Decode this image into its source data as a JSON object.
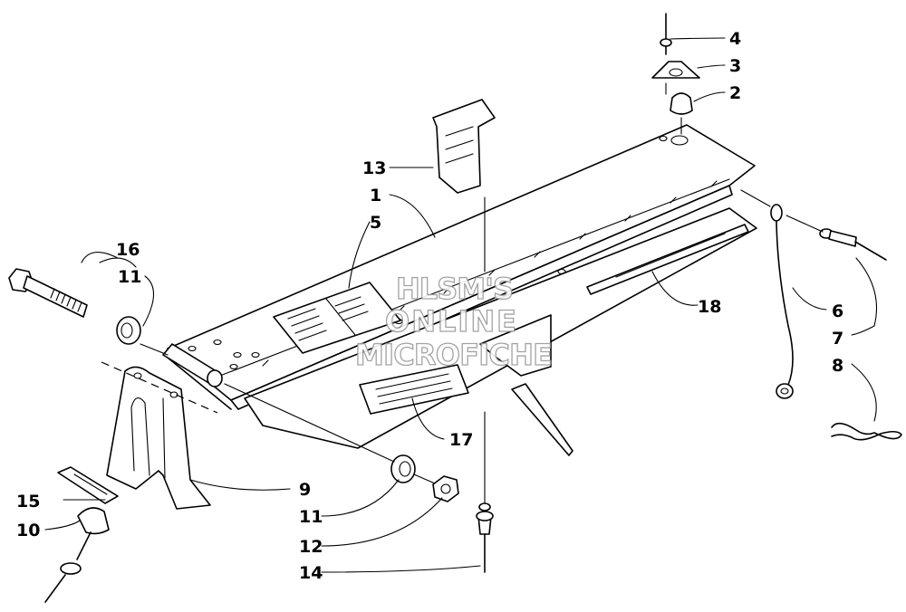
{
  "callouts": {
    "c1": "1",
    "c2": "2",
    "c3": "3",
    "c4": "4",
    "c5": "5",
    "c6": "6",
    "c7": "7",
    "c8": "8",
    "c9": "9",
    "c10": "10",
    "c11a": "11",
    "c11b": "11",
    "c12": "12",
    "c13": "13",
    "c14": "14",
    "c15": "15",
    "c16": "16",
    "c17": "17",
    "c18": "18"
  },
  "watermark": {
    "line1": "HLSM'S",
    "line2": "ONLINE",
    "line3": "MICROFICHE"
  },
  "colors": {
    "ink": "#000000",
    "paper": "#ffffff",
    "watermark": "#9a9a9a"
  }
}
